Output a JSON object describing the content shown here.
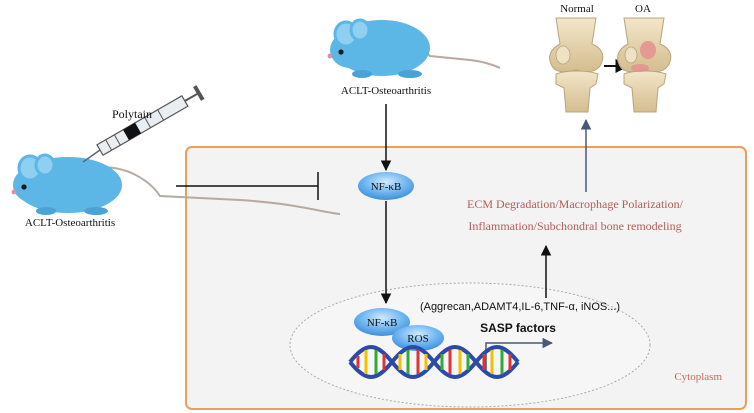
{
  "labels": {
    "mouse_top": "ACLT-Osteoarthritis",
    "mouse_left": "ACLT-Osteoarthritis",
    "drug": "Polytain",
    "knee_normal": "Normal",
    "knee_oa": "OA",
    "nfkb_cytoplasm": "NF-κB",
    "nfkb_nucleus": "NF-κB",
    "ros": "ROS",
    "genes": "(Aggrecan,ADAMT4,IL-6,TNF-α, iNOS...)",
    "sasp": "SASP factors",
    "outcome_line1": "ECM Degradation/Macrophage Polarization/",
    "outcome_line2": "Inflammation/Subchondral bone remodeling",
    "cytoplasm": "Cytoplasm"
  },
  "colors": {
    "cell_border": "#e8a05a",
    "cell_fill": "#f3f3f3",
    "mouse": "#5cb6e6",
    "node": "#5aa9ee",
    "outcome_text": "#b15d5a",
    "arrow_up": "#4a5878"
  }
}
